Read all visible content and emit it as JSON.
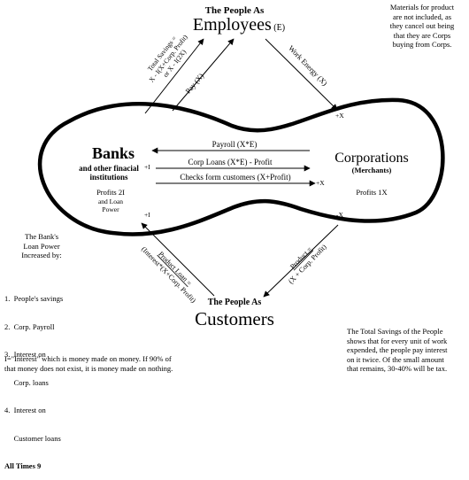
{
  "top": {
    "heading": "The People As",
    "title": "Employees",
    "suffix": "(E)"
  },
  "bottom": {
    "heading": "The People As",
    "title": "Customers"
  },
  "banks": {
    "title": "Banks",
    "subtitle_line1": "and other finacial",
    "subtitle_line2": "institutions",
    "profits": "Profits 2I",
    "power_line1": "and Loan",
    "power_line2": "Power"
  },
  "corporations": {
    "title": "Corporations",
    "subtitle": "(Merchants)",
    "profits": "Profits 1X"
  },
  "arrows": {
    "payroll": "Payroll (X*E)",
    "corp_loans": "Corp Loans (X*E) - Profit",
    "checks": "Checks form customers (X+Profit)",
    "plus_i_mid": "+I",
    "plus_x_mid": "+X",
    "pay": "Pay (X)",
    "work_energy": "Work Energy (X)",
    "plus_x_top": "+X",
    "total_savings_1": "Total Savings =",
    "total_savings_2": "X - I(X+Corp. Profit)",
    "total_savings_3": "or X - I(2X)",
    "plus_i_left": "+I",
    "minus_x_right": "-X",
    "product_loan_1": "Product Loan =",
    "product_loan_2": "(Interest*(X+Corp. Profit)",
    "product_1": "Product =",
    "product_2": "(X + Corp. Profit)"
  },
  "notes": {
    "materials": [
      "Materials for product",
      "are not included, as",
      "they cancel out being",
      "that they are Corps",
      "buying from Corps."
    ],
    "bank_power": {
      "heading": [
        "The Bank's",
        "Loan Power",
        "Increased by:"
      ],
      "items": [
        "1.  People's savings",
        "2.  Corp. Payroll",
        "3.  Interest on",
        "     Corp. loans",
        "4.  Interest on",
        "     Customer loans"
      ],
      "total": "All Times 9"
    },
    "interest_def": [
      "I=\"Interest\" which is money made on money. If 90% of",
      "that money does not exist, it is money made on nothing."
    ],
    "total_savings": [
      "The Total Savings of the People",
      "shows that for every unit of work",
      "expended, the people pay interest",
      "on it twice.  Of the small amount",
      "that remains, 30-40% will be tax."
    ]
  }
}
